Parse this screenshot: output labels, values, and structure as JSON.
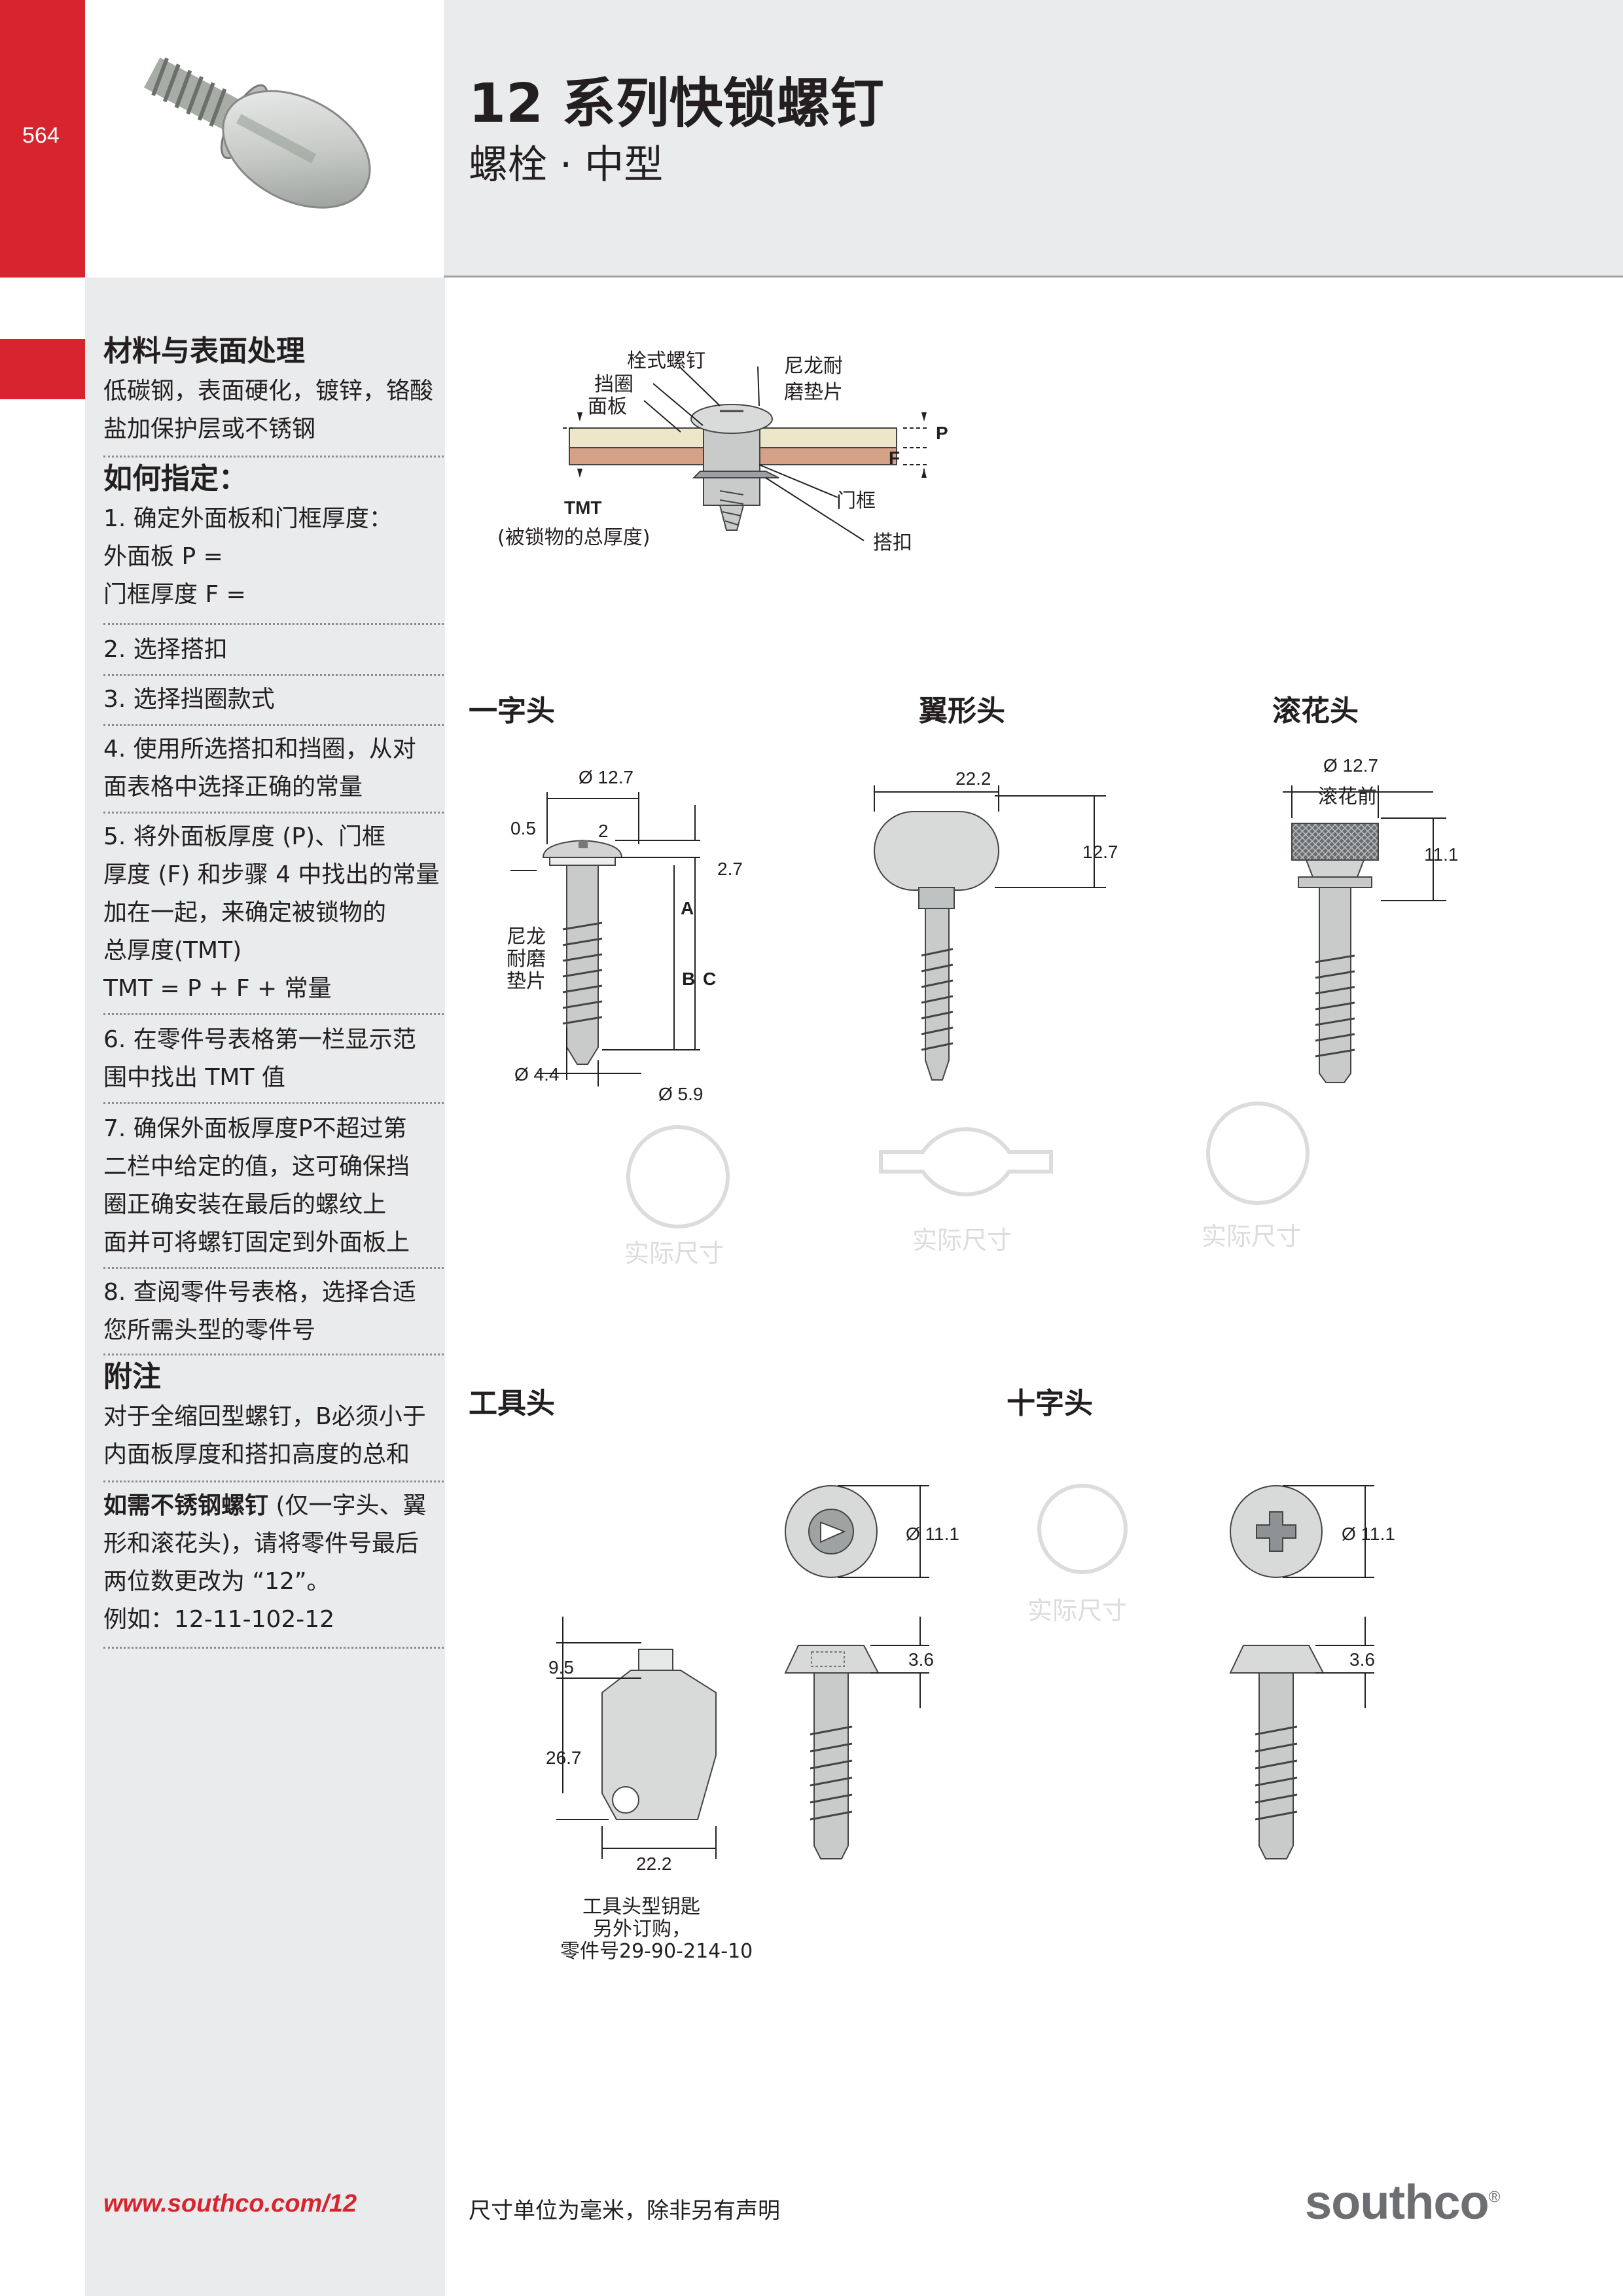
{
  "header": {
    "page_number": "564",
    "title": "12 系列快锁螺钉",
    "subtitle": "螺栓 · 中型"
  },
  "sidebar": {
    "materials": {
      "heading": "材料与表面处理",
      "lines": [
        "低碳钢，表面硬化，镀锌，铬酸",
        "盐加保护层或不锈钢"
      ]
    },
    "howto": {
      "heading": "如何指定：",
      "step1": [
        "1. 确定外面板和门框厚度：",
        "外面板 P =",
        "门框厚度 F ="
      ],
      "step2": "2. 选择搭扣",
      "step3": "3. 选择挡圈款式",
      "step4": [
        "4. 使用所选搭扣和挡圈，从对",
        "面表格中选择正确的常量"
      ],
      "step5": [
        "5. 将外面板厚度 (P)、门框",
        "厚度 (F) 和步骤 4 中找出的常量",
        "加在一起，来确定被锁物的",
        "总厚度(TMT)",
        "TMT = P + F + 常量"
      ],
      "step6": [
        "6. 在零件号表格第一栏显示范",
        "围中找出 TMT 值"
      ],
      "step7": [
        "7. 确保外面板厚度P不超过第",
        "二栏中给定的值，这可确保挡",
        "圈正确安装在最后的螺纹上",
        "面并可将螺钉固定到外面板上"
      ],
      "step8": [
        "8. 查阅零件号表格，选择合适",
        "您所需头型的零件号"
      ]
    },
    "notes": {
      "heading": "附注",
      "note1": [
        "对于全缩回型螺钉，B必须小于",
        "内面板厚度和搭扣高度的总和"
      ],
      "note2_bold": "如需不锈钢螺钉",
      "note2_rest": "(仅一字头、翼",
      "note2_lines": [
        "形和滚花头)，请将零件号最后",
        "两位数更改为 “12”。"
      ],
      "example": "例如：12-11-102-12"
    },
    "website": "www.southco.com/12"
  },
  "assembly": {
    "bolt_screw": "栓式螺钉",
    "nylon_washer": [
      "尼龙耐",
      "磨垫片"
    ],
    "retainer": "挡圈",
    "panel": "面板",
    "p_label": "P",
    "f_label": "F",
    "frame": "门框",
    "tmt": "TMT",
    "tmt_desc": "(被锁物的总厚度)",
    "latch": "搭扣"
  },
  "heads": {
    "slotted": {
      "title": "一字头",
      "dia_head": "Ø 12.7",
      "dim_05": "0.5",
      "dim_2": "2",
      "dim_27": "2.7",
      "nylon": [
        "尼龙",
        "耐磨",
        "垫片"
      ],
      "A": "A",
      "B": "B",
      "C": "C",
      "dia_44": "Ø 4.4",
      "dia_59": "Ø 5.9",
      "actual": "实际尺寸"
    },
    "wing": {
      "title": "翼形头",
      "width": "22.2",
      "height": "12.7",
      "actual": "实际尺寸"
    },
    "knurled": {
      "title": "滚花头",
      "dia": "Ø 12.7",
      "before": "滚花前",
      "height": "11.1",
      "actual": "实际尺寸"
    },
    "tool": {
      "title": "工具头",
      "dia": "Ø 11.1",
      "head_h": "3.6",
      "key_95": "9.5",
      "key_267": "26.7",
      "key_222": "22.2",
      "key_note": [
        "工具头型钥匙",
        "另外订购，",
        "零件号29-90-214-10"
      ]
    },
    "phillips": {
      "title": "十字头",
      "dia": "Ø 11.1",
      "head_h": "3.6",
      "actual": "实际尺寸"
    }
  },
  "footer": {
    "units_note": "尺寸单位为毫米，除非另有声明",
    "brand": "southco"
  }
}
